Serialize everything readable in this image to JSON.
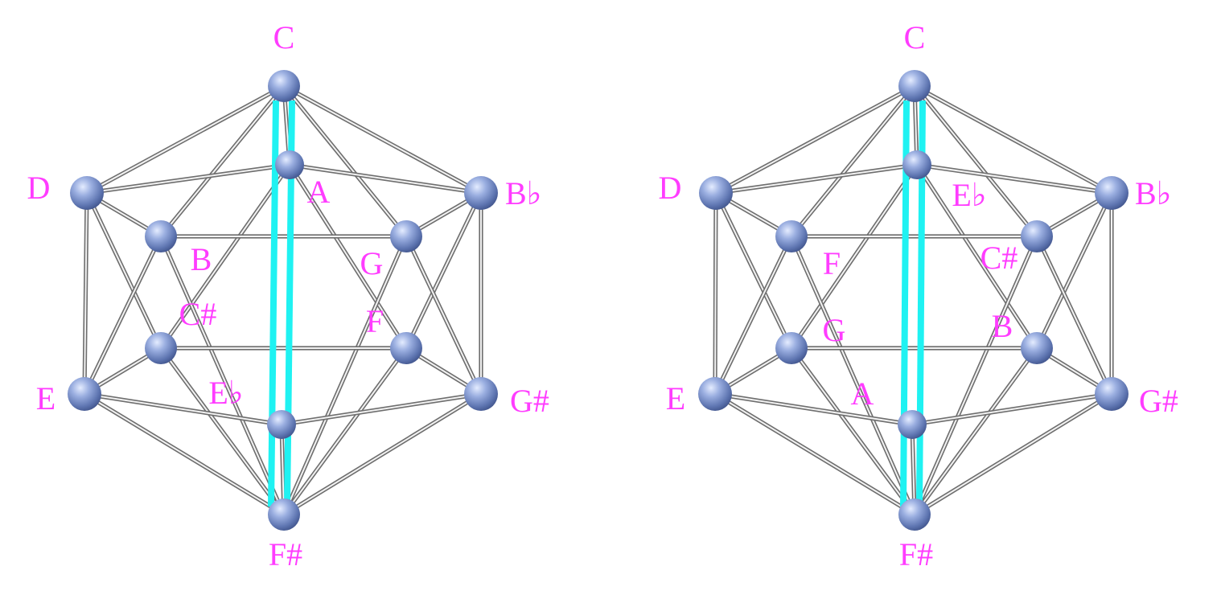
{
  "icosahedra": [
    {
      "id": "left",
      "labels": {
        "top": "C",
        "upper_left": "D",
        "upper_right": "B♭",
        "back_top": "A",
        "mid_upper_left": "B",
        "mid_upper_right": "G",
        "mid_lower_left": "C#",
        "mid_lower_right": "F",
        "lower_left": "E",
        "lower_right": "G#",
        "back_bottom": "E♭",
        "bottom": "F#"
      }
    },
    {
      "id": "right",
      "labels": {
        "top": "C",
        "upper_left": "D",
        "upper_right": "B♭",
        "back_top": "E♭",
        "mid_upper_left": "F",
        "mid_upper_right": "C#",
        "mid_lower_left": "G",
        "mid_lower_right": "B",
        "lower_left": "E",
        "lower_right": "G#",
        "back_bottom": "A",
        "bottom": "F#"
      }
    }
  ],
  "colors": {
    "label": "#ff3cff",
    "axis_highlight": "#1ff2f2",
    "vertex": "#6f86c0",
    "edge": "#8a8a8a"
  }
}
